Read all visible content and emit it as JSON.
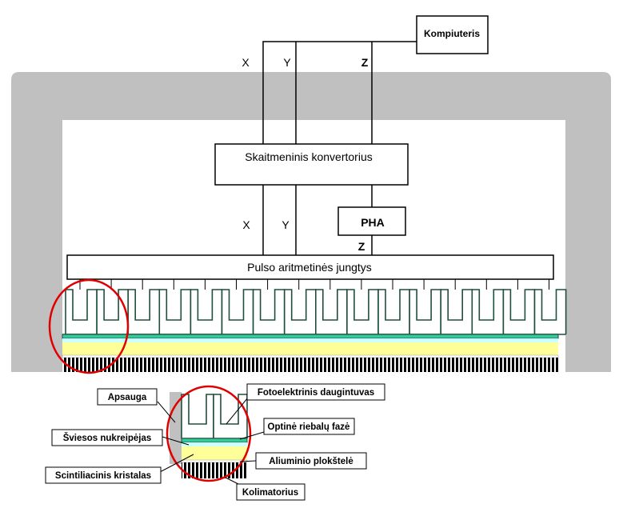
{
  "top": {
    "computer": "Kompiuteris",
    "axis_x": "X",
    "axis_y": "Y",
    "axis_z": "Z"
  },
  "main": {
    "converter": "Skaitmeninis konvertorius",
    "axis_x": "X",
    "axis_y": "Y",
    "pha": "PHA",
    "axis_z": "Z",
    "pulse_circuits": "Pulso aritmetinės jungtys"
  },
  "detail_labels": {
    "shield": "Apsauga",
    "photomultiplier": "Fotoelektrinis daugintuvas",
    "light_guide": "Šviesos nukreipėjas",
    "optical_grease": "Optinė riebalų fazė",
    "crystal": "Scintiliacinis kristalas",
    "aluminum_plate": "Aliuminio plokštelė",
    "collimator": "Kolimatorius"
  },
  "colors": {
    "housing": "#c0c0c0",
    "pmt_stroke": "#1f4e3d",
    "grease": "#33cc99",
    "light_guide": "#ccffff",
    "crystal": "#ffff99",
    "collimator": "#000000",
    "highlight": "#e00000"
  }
}
